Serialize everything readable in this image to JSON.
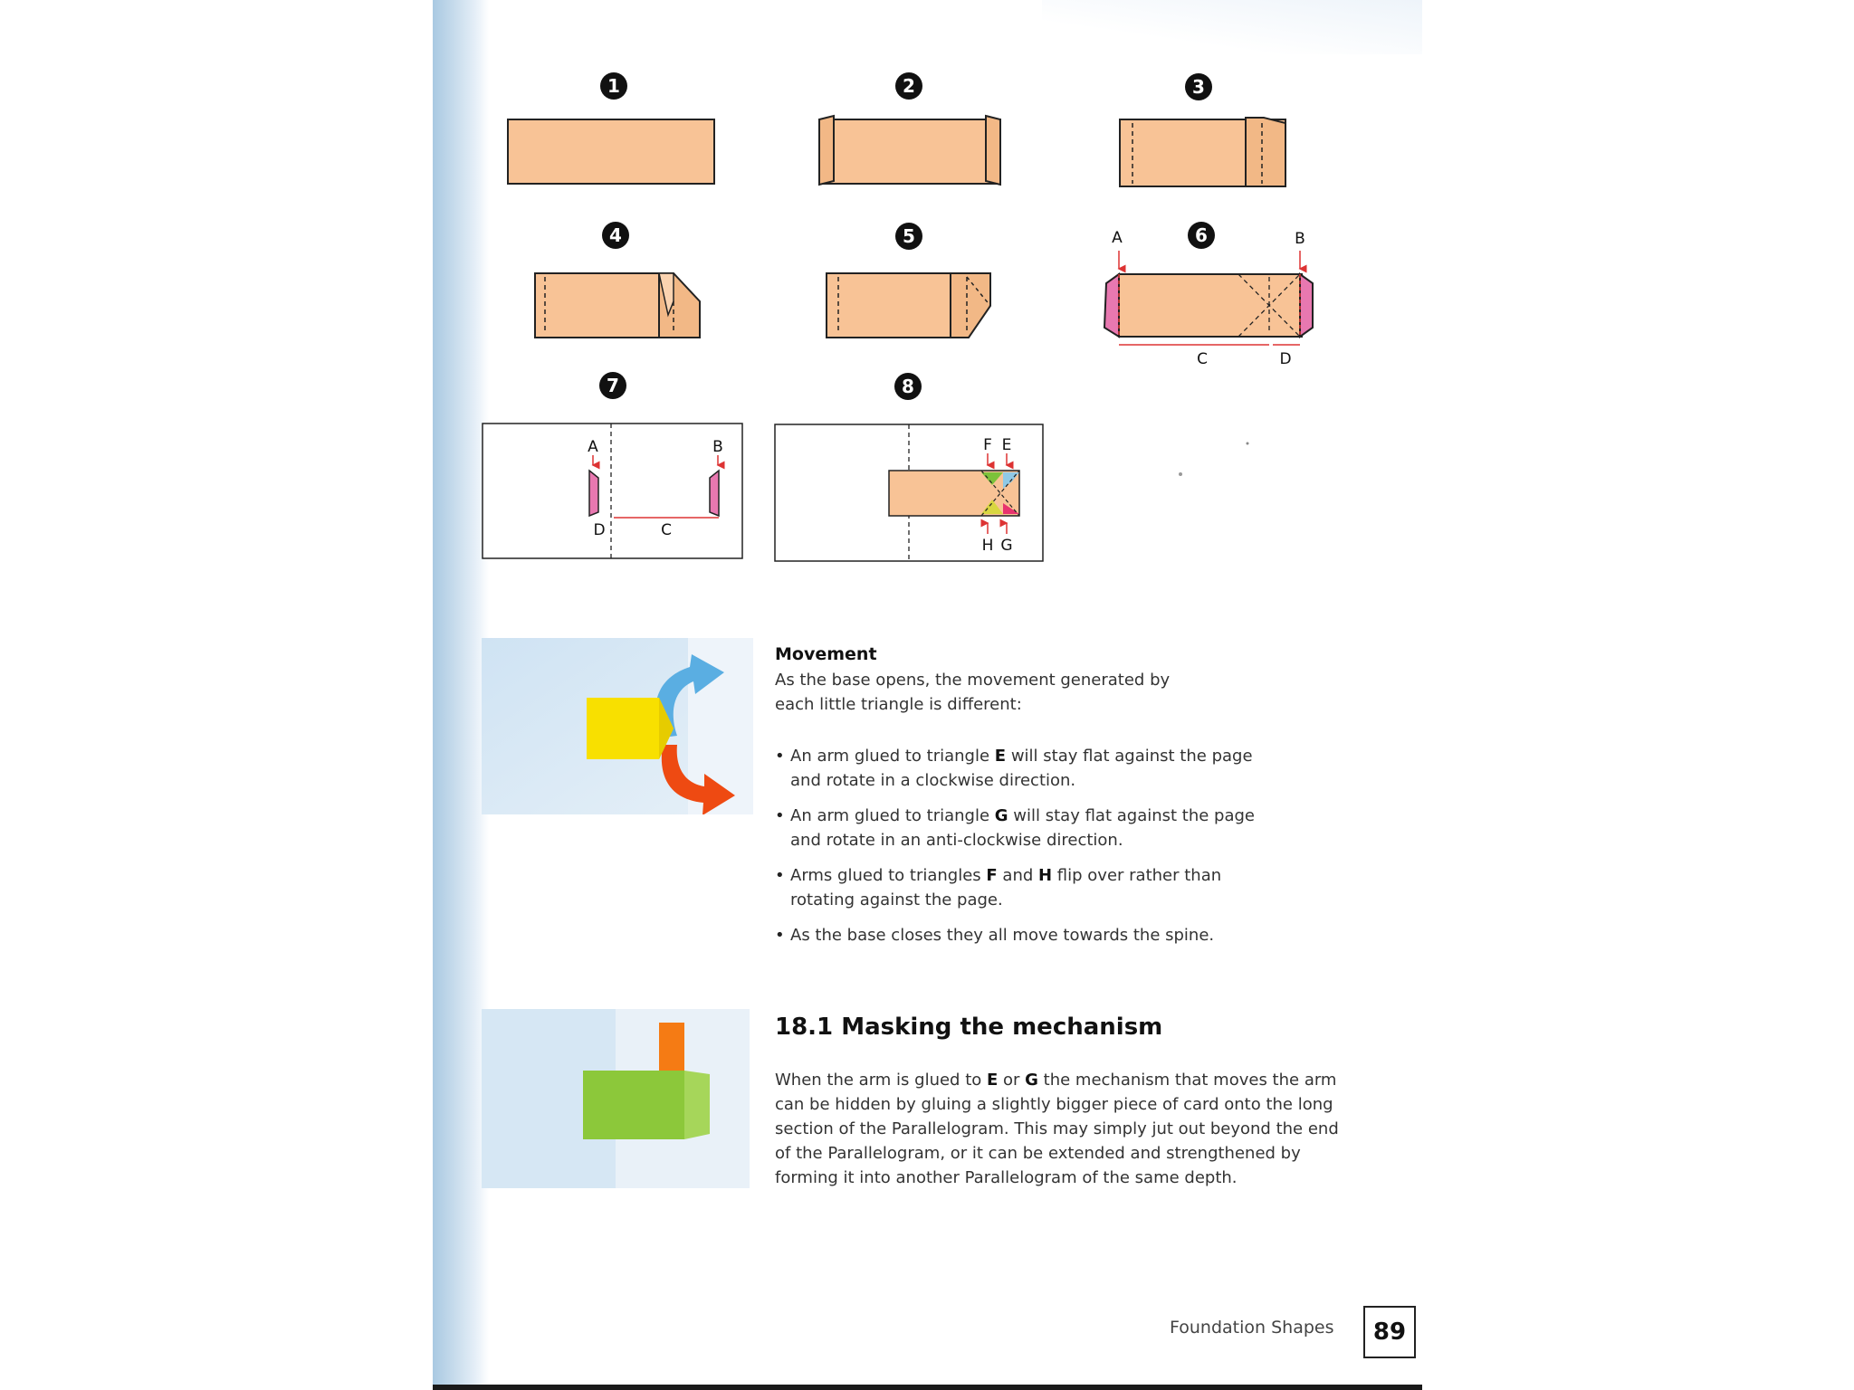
{
  "steps": [
    "1",
    "2",
    "3",
    "4",
    "5",
    "6",
    "7",
    "8"
  ],
  "diagram_labels": {
    "step6": {
      "a": "A",
      "b": "B",
      "c": "C",
      "d": "D"
    },
    "step7": {
      "a": "A",
      "b": "B",
      "c": "C",
      "d": "D"
    },
    "step8": {
      "f": "F",
      "e": "E",
      "h": "H",
      "g": "G"
    }
  },
  "colors": {
    "card": "#f8c396",
    "glue_tab": "#e878b0",
    "arrow_blue": "#5aaee2",
    "arrow_red": "#ee4a12",
    "yellow_card": "#f8e000",
    "green_card": "#8cc83a",
    "orange_arm": "#f57b14",
    "triangle_green": "#7cc23a",
    "triangle_blue": "#8fc9e6",
    "triangle_red": "#e8336e",
    "triangle_yellow": "#d8d640"
  },
  "movement": {
    "heading": "Movement",
    "intro_line1": "As the base opens, the movement generated by",
    "intro_line2": "each little triangle is different:",
    "bullets": [
      {
        "before": "An arm glued to triangle ",
        "bold": "E",
        "after": " will stay flat against the page",
        "line2": "and rotate in a clockwise direction."
      },
      {
        "before": "An arm glued to triangle ",
        "bold": "G",
        "after": " will stay flat against the page",
        "line2": "and rotate in an anti-clockwise direction."
      },
      {
        "before": "Arms glued to triangles ",
        "bold": "F",
        "mid": " and ",
        "bold2": "H",
        "after": " flip over rather than",
        "line2": "rotating against the page."
      },
      {
        "text": "As the base closes they all move towards the spine."
      }
    ]
  },
  "masking": {
    "heading": "18.1 Masking the mechanism",
    "p_before": "When the arm is glued to ",
    "bold1": "E",
    "p_mid": " or ",
    "bold2": "G",
    "p_after1": " the mechanism that moves the arm",
    "line2": "can be hidden by gluing a slightly bigger piece of card onto the long",
    "line3": "section of the Parallelogram. This may simply jut out beyond the end",
    "line4": "of the Parallelogram, or it can be extended and strengthened by",
    "line5": "forming it into another Parallelogram of the same depth."
  },
  "footer": {
    "section": "Foundation Shapes",
    "page_number": "89"
  }
}
